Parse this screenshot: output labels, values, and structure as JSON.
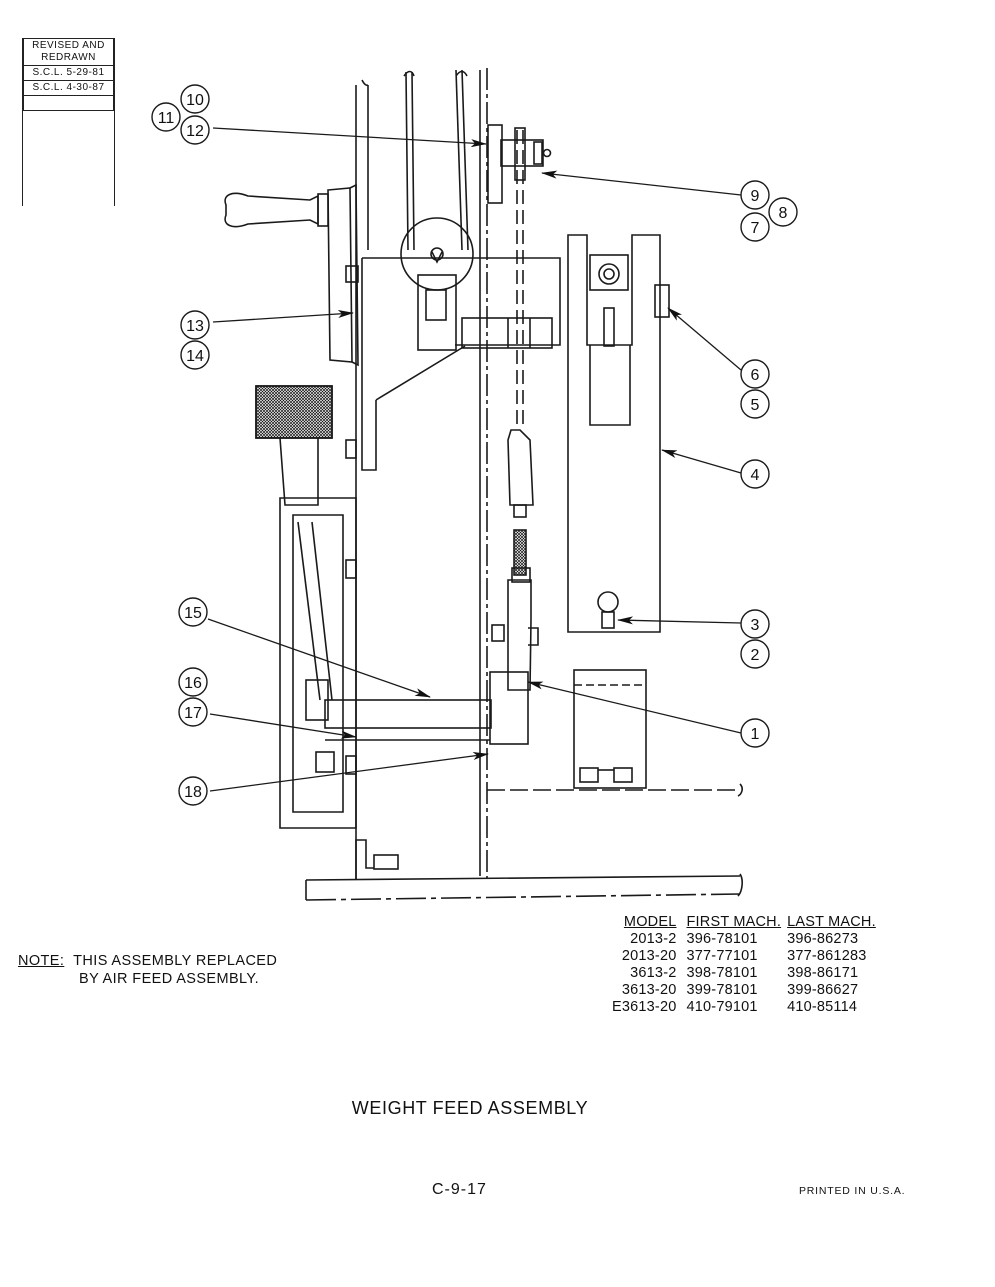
{
  "revision_block": {
    "lines": [
      "REVISED AND REDRAWN",
      "S.C.L. 5-29-81",
      "S.C.L. 4-30-87",
      ""
    ]
  },
  "callouts": [
    "1",
    "2",
    "3",
    "4",
    "5",
    "6",
    "7",
    "8",
    "9",
    "10",
    "11",
    "12",
    "13",
    "14",
    "15",
    "16",
    "17",
    "18"
  ],
  "note": {
    "label": "NOTE:",
    "line1": "THIS ASSEMBLY REPLACED",
    "line2": "BY AIR FEED ASSEMBLY."
  },
  "model_table": {
    "headers": [
      "MODEL",
      "FIRST MACH.",
      "LAST MACH."
    ],
    "rows": [
      [
        "2013-2",
        "396-78101",
        "396-86273"
      ],
      [
        "2013-20",
        "377-77101",
        "377-861283"
      ],
      [
        "3613-2",
        "398-78101",
        "398-86171"
      ],
      [
        "3613-20",
        "399-78101",
        "399-86627"
      ],
      [
        "E3613-20",
        "410-79101",
        "410-85114"
      ]
    ]
  },
  "title": "WEIGHT FEED ASSEMBLY",
  "page_number": "C-9-17",
  "printed": "PRINTED IN U.S.A."
}
